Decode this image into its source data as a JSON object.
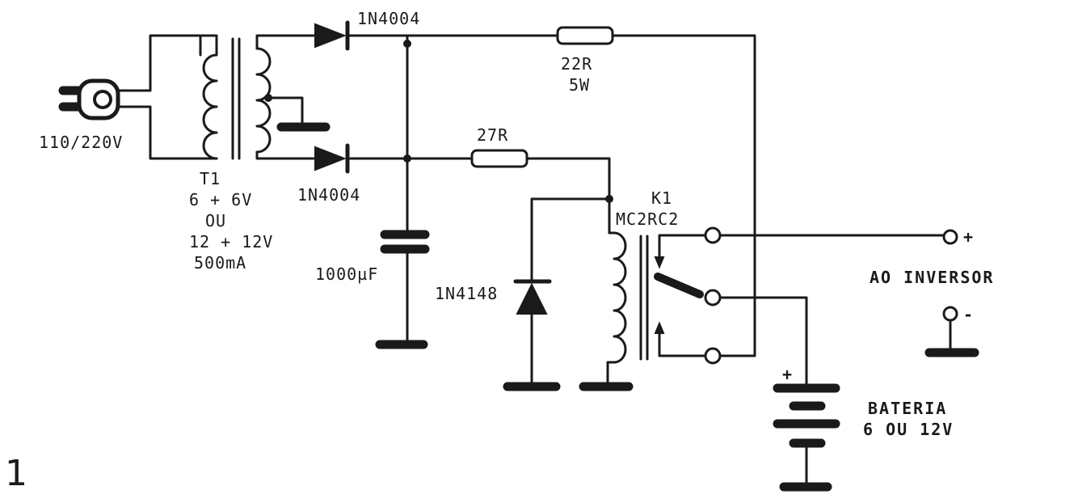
{
  "figure_number": "1",
  "mains": {
    "voltage": "110/220V"
  },
  "transformer": {
    "ref": "T1",
    "spec_line1": "6 + 6V",
    "spec_line2": "OU",
    "spec_line3": "12 + 12V",
    "spec_line4": "500mA"
  },
  "diode_top": {
    "part": "1N4004"
  },
  "diode_bottom": {
    "part": "1N4004"
  },
  "resistor_power": {
    "value": "22R",
    "rating": "5W"
  },
  "resistor_coil": {
    "value": "27R"
  },
  "capacitor": {
    "value": "1000µF"
  },
  "flyback_diode": {
    "part": "1N4148"
  },
  "relay": {
    "ref": "K1",
    "model": "MC2RC2"
  },
  "output": {
    "plus": "+",
    "minus": "-",
    "label": "AO  INVERSOR"
  },
  "battery": {
    "plus": "+",
    "label": "BATERIA",
    "voltage": "6  OU  12V"
  }
}
